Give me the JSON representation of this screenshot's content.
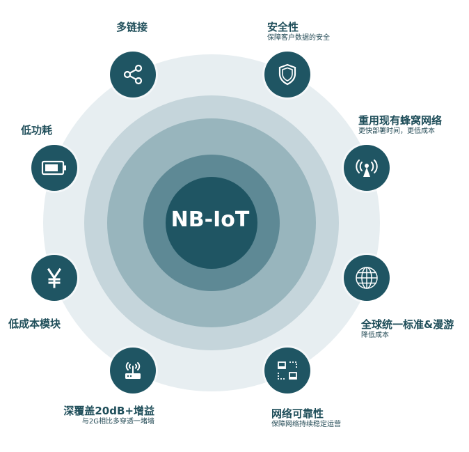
{
  "center": {
    "label": "NB-IoT"
  },
  "features": [
    {
      "id": "multi-link",
      "title": "多链接",
      "subtitle": "",
      "icon": "share-icon"
    },
    {
      "id": "security",
      "title": "安全性",
      "subtitle": "保障客户数据的安全",
      "icon": "shield-icon"
    },
    {
      "id": "reuse-cellular",
      "title": "重用现有蜂窝网络",
      "subtitle": "更快部署时间，更低成本",
      "icon": "antenna-icon"
    },
    {
      "id": "global-standard",
      "title": "全球统一标准&漫游",
      "subtitle": "降低成本",
      "icon": "globe-icon"
    },
    {
      "id": "reliability",
      "title": "网络可靠性",
      "subtitle": "保障网络持续稳定运营",
      "icon": "servers-icon"
    },
    {
      "id": "deep-coverage",
      "title": "深覆盖20dB+增益",
      "subtitle": "与2G相比多穿透一堵墙",
      "icon": "router-icon"
    },
    {
      "id": "low-cost",
      "title": "低成本模块",
      "subtitle": "",
      "icon": "yen-icon"
    },
    {
      "id": "low-power",
      "title": "低功耗",
      "subtitle": "",
      "icon": "battery-icon"
    }
  ],
  "colors": {
    "ring1": "#e7eef1",
    "ring2": "#c5d5db",
    "ring3": "#98b5bd",
    "ring4": "#5e8995",
    "core": "#1f5563",
    "node": "#1f5563",
    "text": "#1f4e5a"
  }
}
